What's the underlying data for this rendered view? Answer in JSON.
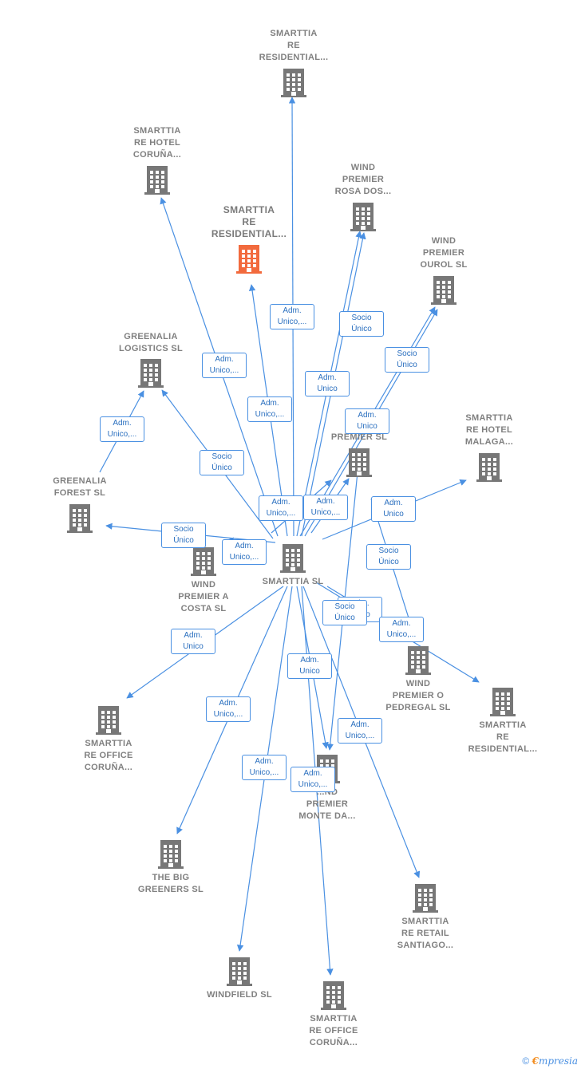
{
  "nodes": [
    {
      "id": "re_residential_top",
      "label": "SMARTTIA\nRE\nRESIDENTIAL...",
      "focus": false
    },
    {
      "id": "re_hotel_coruna",
      "label": "SMARTTIA\nRE HOTEL\nCORUÑA...",
      "focus": false
    },
    {
      "id": "wind_rosa",
      "label": "WIND\nPREMIER\nROSA DOS...",
      "focus": false
    },
    {
      "id": "re_residential_focus",
      "label": "SMARTTIA\nRE\nRESIDENTIAL...",
      "focus": true
    },
    {
      "id": "wind_ourol",
      "label": "WIND\nPREMIER\nOUROL  SL",
      "focus": false
    },
    {
      "id": "greenalia_logistics",
      "label": "GREENALIA\nLOGISTICS  SL",
      "focus": false
    },
    {
      "id": "wind_premier_sl",
      "label": "G...\nPREMIER  SL",
      "focus": false
    },
    {
      "id": "re_hotel_malaga",
      "label": "SMARTTIA\nRE HOTEL\nMALAGA...",
      "focus": false
    },
    {
      "id": "greenalia_forest",
      "label": "GREENALIA\nFOREST  SL",
      "focus": false
    },
    {
      "id": "wind_costa",
      "label": "WIND\nPREMIER A\nCOSTA  SL",
      "focus": false
    },
    {
      "id": "smarttia_sl",
      "label": "SMARTTIA  SL",
      "focus": false
    },
    {
      "id": "wind_pedregal",
      "label": "WIND\nPREMIER O\nPEDREGAL  SL",
      "focus": false
    },
    {
      "id": "re_residential_right",
      "label": "SMARTTIA\nRE\nRESIDENTIAL...",
      "focus": false
    },
    {
      "id": "re_office_coruna_left",
      "label": "SMARTTIA\nRE OFFICE\nCORUÑA...",
      "focus": false
    },
    {
      "id": "wind_monte",
      "label": "...ND\nPREMIER\nMONTE DA...",
      "focus": false
    },
    {
      "id": "big_greeners",
      "label": "THE BIG\nGREENERS  SL",
      "focus": false
    },
    {
      "id": "re_retail_santiago",
      "label": "SMARTTIA\nRE RETAIL\nSANTIAGO...",
      "focus": false
    },
    {
      "id": "windfield",
      "label": "WINDFIELD  SL",
      "focus": false
    },
    {
      "id": "re_office_coruna_bottom",
      "label": "SMARTTIA\nRE OFFICE\nCORUÑA...",
      "focus": false
    }
  ],
  "edge_labels": [
    "Adm.\nUnico,...",
    "Adm.\nUnico,...",
    "Socio\nÚnico",
    "Adm.\nUnico",
    "Socio\nÚnico",
    "Adm.\nUnico,...",
    "Adm.\nUnico",
    "Socio\nÚnico",
    "Adm.\nUnico,...",
    "Socio\nÚnico",
    "Adm.\nUnico,...",
    "Adm.\nUnico,...",
    "Adm.\nUnico,...",
    "Adm.\nUnico",
    "Socio\nÚnico",
    "Adm.\nUnico",
    "Socio\nÚnico",
    "Adm.\nUnico,...",
    "Adm.\nUnico",
    "Adm.\nUnico",
    "Adm.\nUnico,...",
    "Adm.\nUnico,...",
    "Adm.\nUnico,..."
  ],
  "colors": {
    "edge": "#4a90e2",
    "building": "#777777",
    "focus_building": "#f26a3d"
  },
  "copyright": {
    "symbol": "©",
    "brand_first": "€",
    "brand_rest": "mpresia"
  }
}
